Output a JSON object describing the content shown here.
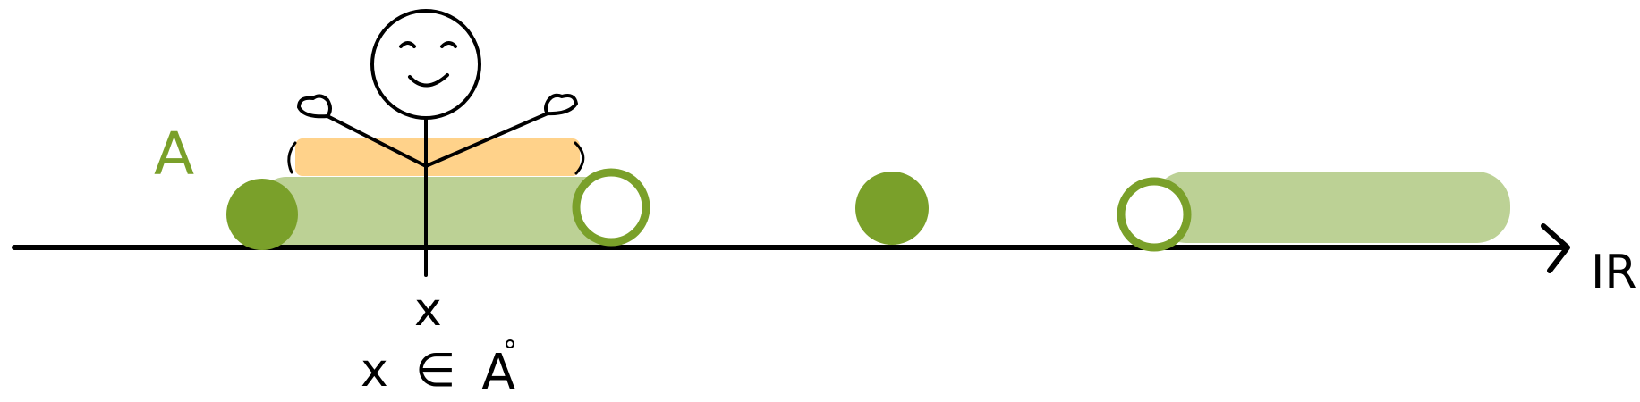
{
  "diagram": {
    "set_label": "A",
    "real_line_label": "IR",
    "point_label": "x",
    "membership_statement": {
      "element": "x",
      "relation": "∈",
      "set": "A",
      "interior_mark": "°"
    },
    "colors": {
      "line": "#000000",
      "set_fill": "#bcd195",
      "set_accent": "#7aa02a",
      "highlight": "#ffd28a"
    }
  }
}
